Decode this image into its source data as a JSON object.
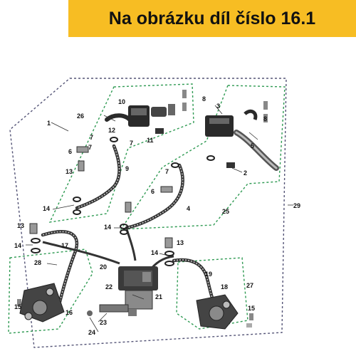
{
  "banner": {
    "text": "Na obrázku díl číslo 16.1"
  },
  "colors": {
    "banner_bg": "#f7bd23",
    "outline": "#555577",
    "group_border": "#2e9a52",
    "part_dark": "#2a2a2a",
    "part_mid": "#9a9a9a",
    "part_light": "#d8d8d8"
  },
  "labels": {
    "n1": "1",
    "n2": "2",
    "n3": "3",
    "n4": "4",
    "n5": "5",
    "n6": "6",
    "n7": "7",
    "n8": "8",
    "n9": "9",
    "n10": "10",
    "n11": "11",
    "n12": "12",
    "n13": "13",
    "n14": "14",
    "n15": "15",
    "n16": "16",
    "n17": "17",
    "n18": "18",
    "n19": "19",
    "n20": "20",
    "n21": "21",
    "n22": "22",
    "n23": "23",
    "n24": "24",
    "n25": "25",
    "n26": "26",
    "n27": "27",
    "n28": "28",
    "n29": "29"
  }
}
